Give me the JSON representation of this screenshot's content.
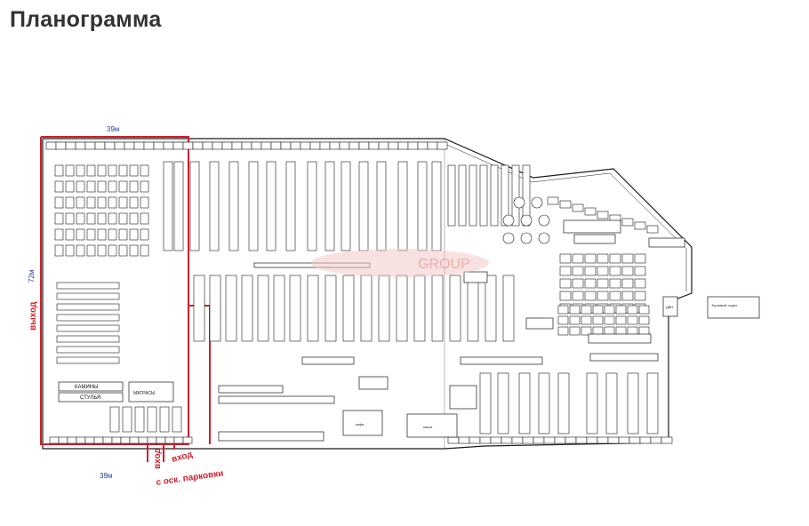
{
  "page": {
    "title": "Планограмма"
  },
  "annotations": {
    "dim_top": "39м",
    "dim_left": "72м",
    "dim_bottom": "39м",
    "exit": "выход",
    "entrance_1": "вход",
    "entrance_2": "вход",
    "from_parking": "с оск. парковки"
  },
  "watermark": {
    "text": "GROUP"
  },
  "plan_labels": {
    "cameras": "КАМИНЫ",
    "chairs": "СТУЛЬЯ",
    "mattresses": "МАТРАСЫ",
    "retail_space": "Торговый отдел",
    "dvn": "ДВН",
    "cafe": "кафе",
    "cashier": "касса"
  },
  "colors": {
    "plan_line": "#1a1a1a",
    "red_outline": "#d21f2a",
    "dim_blue": "#1f3fa8",
    "watermark": "#e06a6a"
  }
}
